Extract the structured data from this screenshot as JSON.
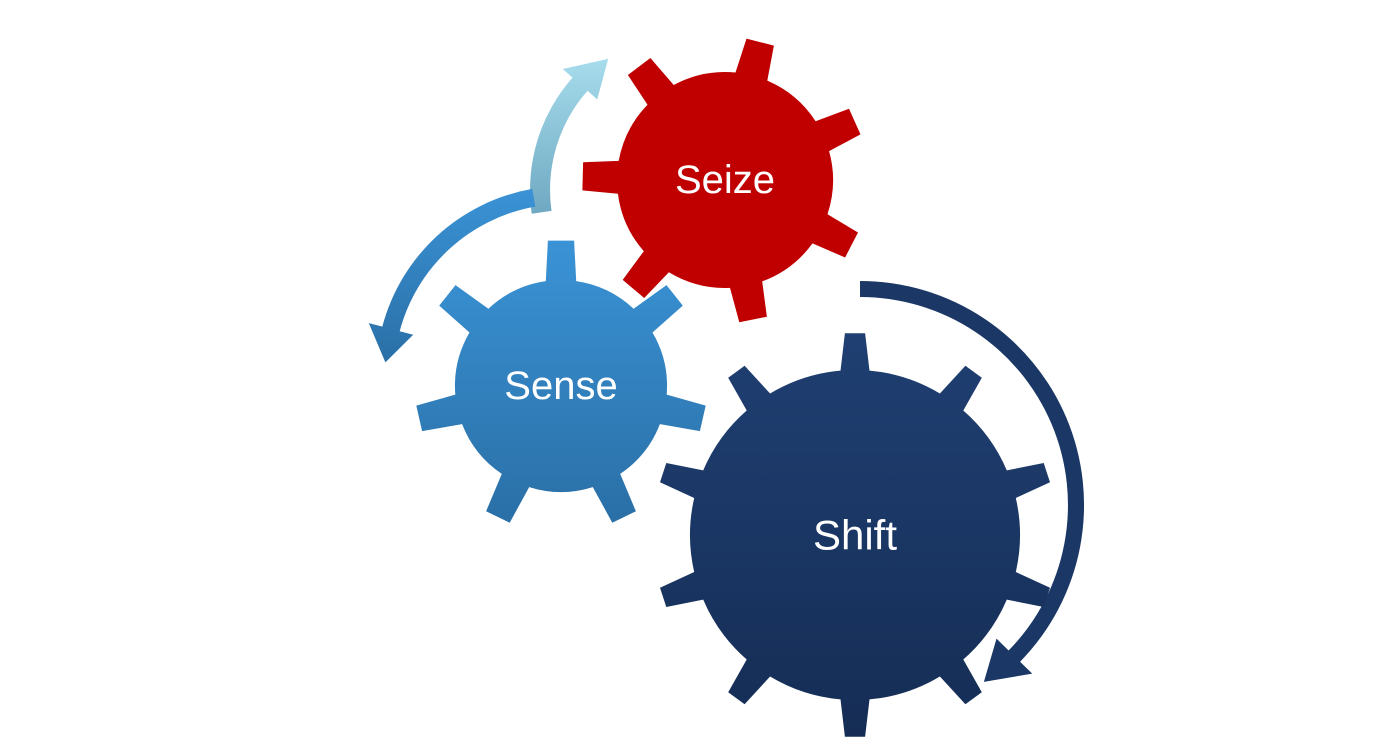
{
  "diagram": {
    "gears": [
      {
        "id": "seize",
        "label": "Seize",
        "color": "#c00000"
      },
      {
        "id": "sense",
        "label": "Sense",
        "color_top": "#3a93d6",
        "color_bottom": "#2a6fa6"
      },
      {
        "id": "shift",
        "label": "Shift",
        "color_top": "#1f3f72",
        "color_bottom": "#152d55"
      }
    ],
    "arrows": [
      {
        "id": "arrow-to-seize",
        "color_start": "#6fa8c1",
        "color_end": "#a6dcec"
      },
      {
        "id": "arrow-to-sense",
        "color_start": "#3a93d6",
        "color_end": "#2a6fa6"
      },
      {
        "id": "arrow-around-shift",
        "color": "#1a3766"
      }
    ]
  }
}
